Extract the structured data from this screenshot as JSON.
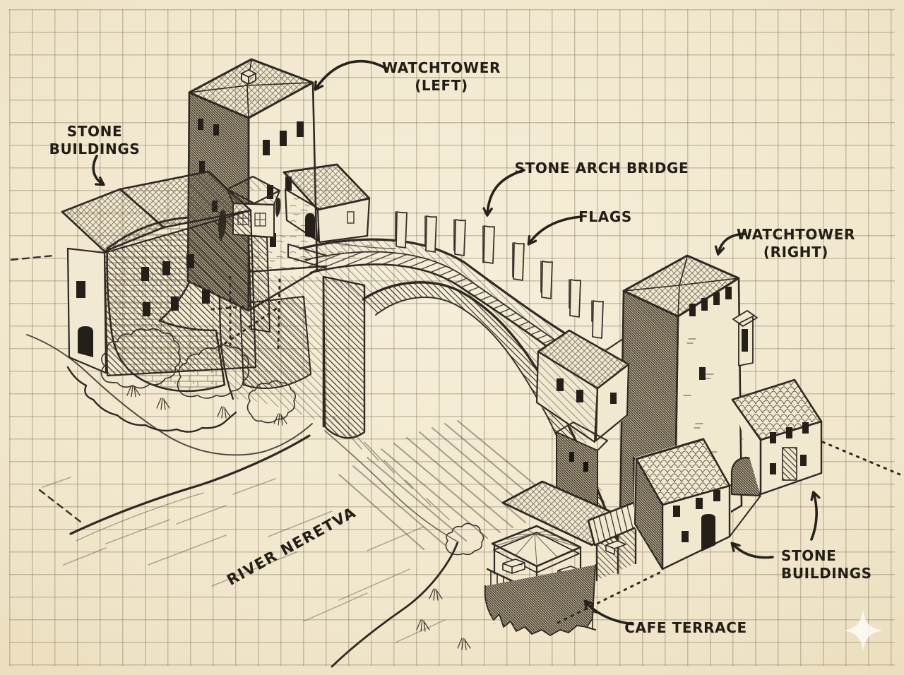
{
  "annotations": {
    "watchtower_left": {
      "line1": "WATCHTOWER",
      "line2": "(LEFT)"
    },
    "stone_buildings_left": {
      "line1": "STONE",
      "line2": "BUILDINGS"
    },
    "stone_arch_bridge": {
      "label": "STONE ARCH BRIDGE"
    },
    "flags": {
      "label": "FLAGS"
    },
    "watchtower_right": {
      "line1": "WATCHTOWER",
      "line2": "(RIGHT)"
    },
    "river": {
      "label": "RIVER NERETVA"
    },
    "stone_buildings_right": {
      "line1": "STONE",
      "line2": "BUILDINGS"
    },
    "cafe_terrace": {
      "label": "CAFE TERRACE"
    }
  },
  "colors": {
    "paper": "#efe4c9",
    "paper_edge": "#d0b88d",
    "grid_line": "#766648",
    "ink": "#37322a",
    "label_ink": "#221e16",
    "sparkle": "#ffffff"
  },
  "icons": {
    "sparkle": "four-pointed-star"
  },
  "flags_count": 8
}
